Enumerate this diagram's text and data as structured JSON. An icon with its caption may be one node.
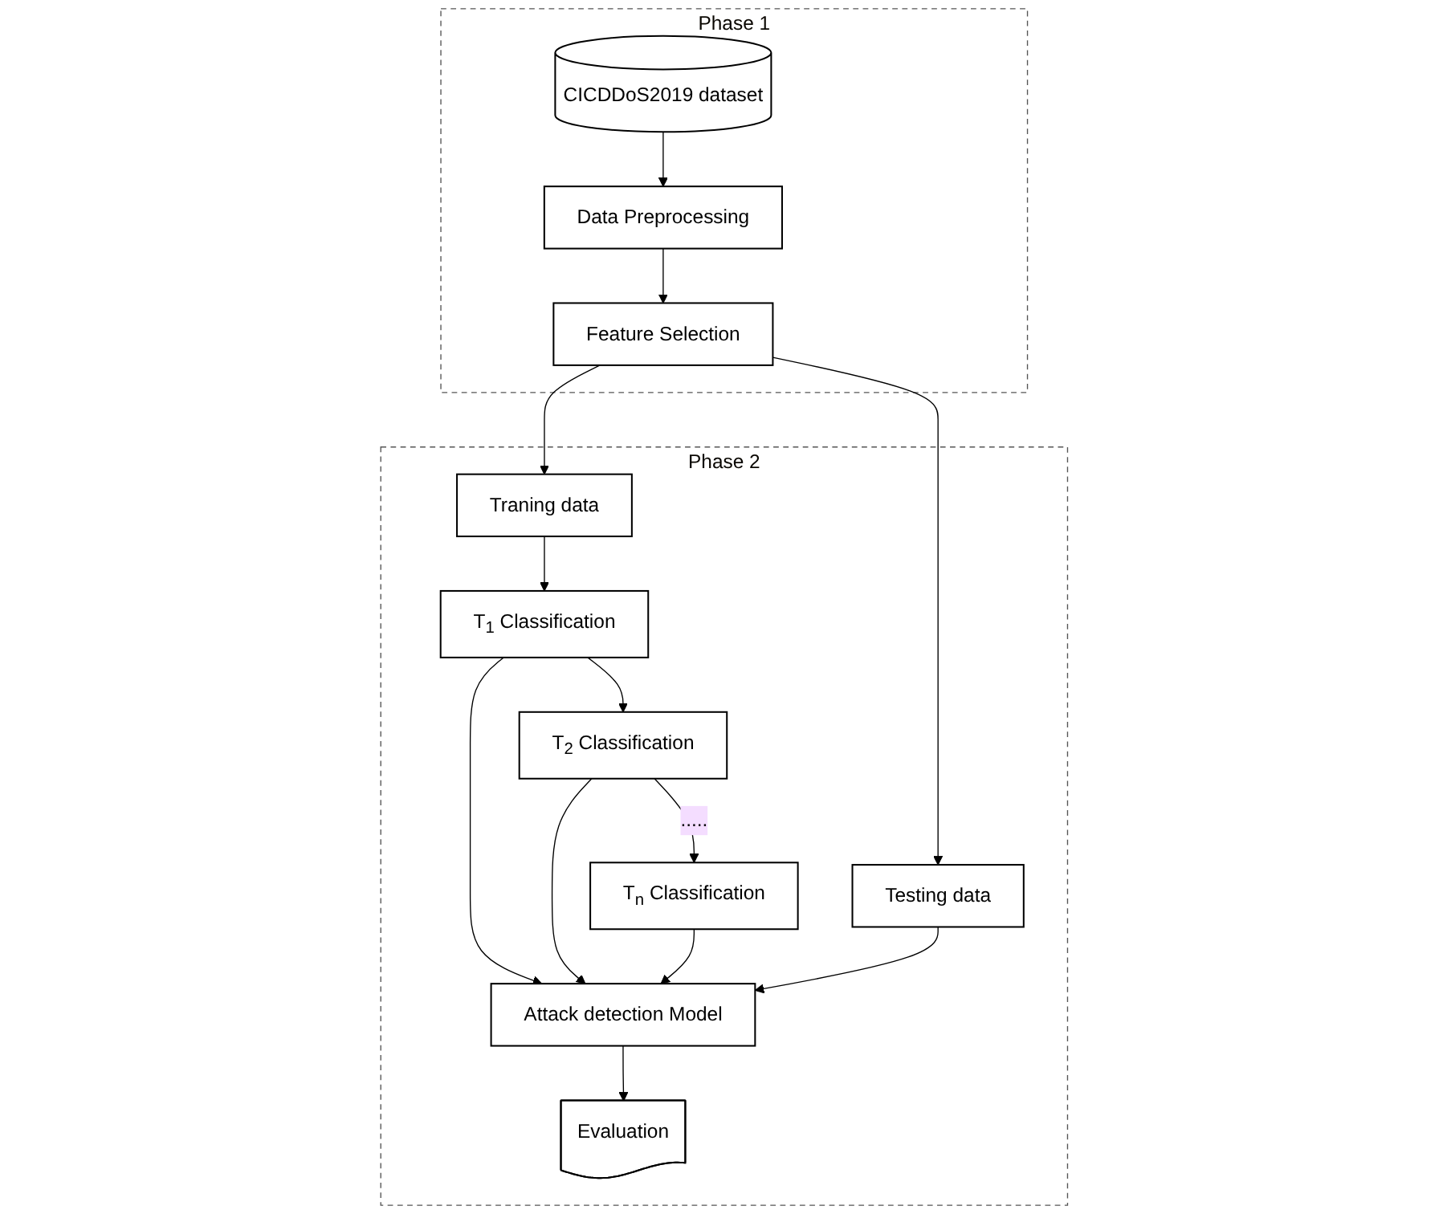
{
  "diagram": {
    "nodes": [
      {
        "text": [
          "Phase 1"
        ]
      },
      {
        "text": [
          "CICDDoS2019 dataset"
        ],
        "in": 0
      },
      {
        "text": [
          "Data Preprocessing"
        ],
        "in": 0
      },
      {
        "text": [
          "Feature Selection"
        ],
        "in": 0
      },
      {
        "text": [
          "Phase 2"
        ]
      },
      {
        "text": [
          "Traning data"
        ],
        "in": 4
      },
      {
        "text": [
          "Testing data"
        ],
        "in": 4
      },
      {
        "text": [
          "T$_{1}$ Classification"
        ],
        "in": 4
      },
      {
        "text": [
          "T$_{2}$ Classification"
        ],
        "in": 4
      },
      {
        "text": [
          "T$_{n}$ Classification"
        ],
        "in": 4
      },
      {
        "text": [
          "Attack detection Model"
        ],
        "in": 4
      },
      {
        "text": [
          "Evaluation"
        ],
        "in": 4
      }
    ],
    "edges": [
      {
        "from": 1,
        "to": 2,
        "arrow": "to"
      },
      {
        "from": 2,
        "to": 3,
        "arrow": "to"
      },
      {
        "from": 3,
        "to": 5,
        "arrow": "to"
      },
      {
        "from": 3,
        "to": 6,
        "arrow": "to"
      },
      {
        "from": 5,
        "to": 7,
        "arrow": "to"
      },
      {
        "from": 7,
        "to": 8,
        "arrow": "to"
      },
      {
        "from": 8,
        "to": 9,
        "label": ".....",
        "arrow": "to"
      },
      {
        "from": 7,
        "to": 10,
        "arrow": "to"
      },
      {
        "from": 8,
        "to": 10,
        "arrow": "to"
      },
      {
        "from": 9,
        "to": 10,
        "arrow": "to"
      },
      {
        "from": 6,
        "to": 10,
        "arrow": "to"
      },
      {
        "from": 10,
        "to": 11,
        "arrow": "to"
      }
    ]
  }
}
